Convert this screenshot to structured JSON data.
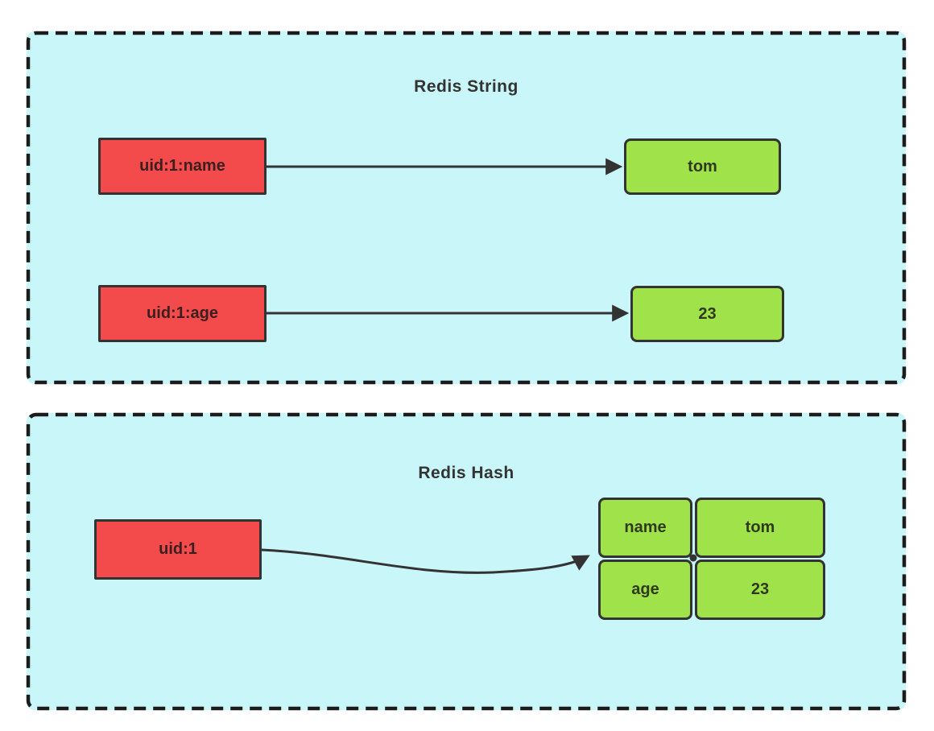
{
  "colors": {
    "panel_bg": "#c9f6f8",
    "panel_border": "#1c1c1c",
    "key_box_fill": "#f34b4b",
    "value_box_fill": "#a0e24a",
    "box_border": "#333333",
    "connector": "#333333",
    "title_text": "#333333",
    "key_text": "#3b1f1f",
    "value_text": "#2f3a1d"
  },
  "string_panel": {
    "title": "Redis String",
    "pairs": [
      {
        "key": "uid:1:name",
        "value": "tom"
      },
      {
        "key": "uid:1:age",
        "value": "23"
      }
    ]
  },
  "hash_panel": {
    "title": "Redis Hash",
    "key": "uid:1",
    "fields": [
      {
        "name": "name",
        "value": "tom"
      },
      {
        "name": "age",
        "value": "23"
      }
    ]
  }
}
